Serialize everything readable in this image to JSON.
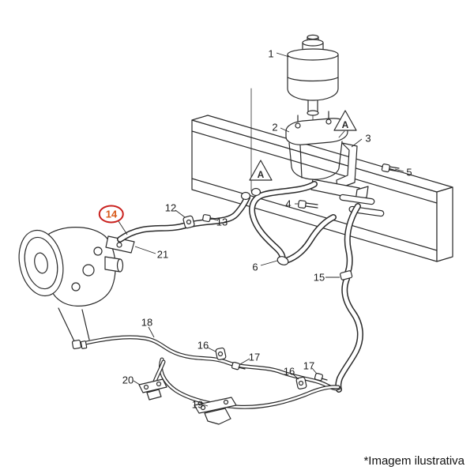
{
  "diagram": {
    "footnote": "*Imagem ilustrativa",
    "highlighted_part": "14",
    "markers": {
      "a1": "A",
      "a2": "A"
    },
    "callouts": {
      "c1": "1",
      "c2": "2",
      "c3": "3",
      "c4": "4",
      "c5": "5",
      "c6": "6",
      "c12": "12",
      "c13": "13",
      "c14": "14",
      "c15": "15",
      "c16a": "16",
      "c16b": "16",
      "c17a": "17",
      "c17b": "17",
      "c18": "18",
      "c19": "19",
      "c20": "20",
      "c21": "21"
    }
  },
  "theme": {
    "line_color": "#2a2a2a",
    "background": "#ffffff",
    "highlight_ring": "#c9201d",
    "highlight_text": "#d85a1a"
  }
}
